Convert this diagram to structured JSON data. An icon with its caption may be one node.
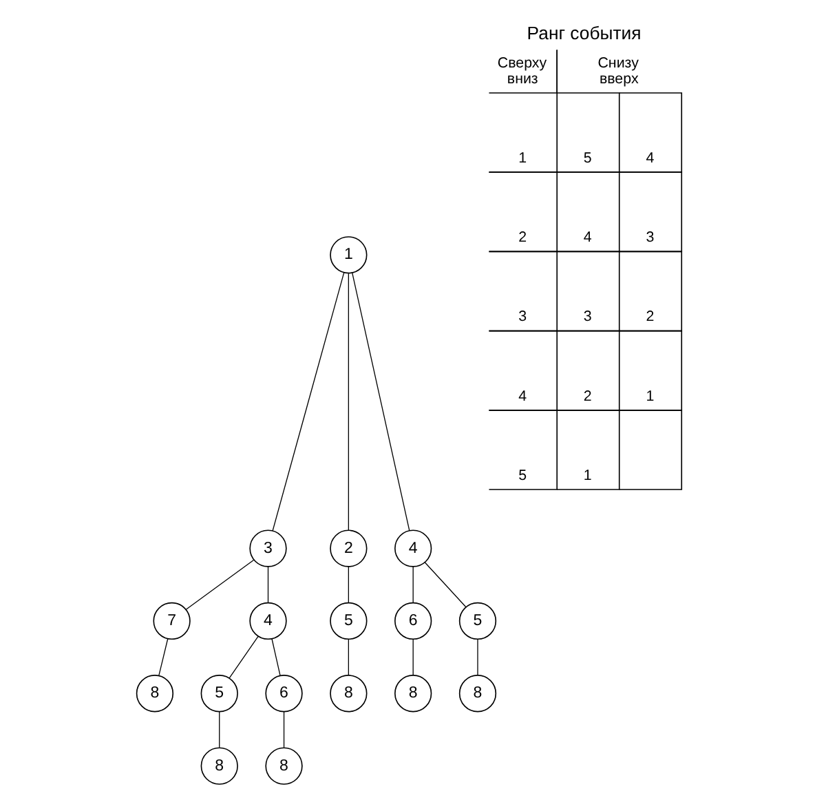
{
  "diagram": {
    "nodes": [
      {
        "text": [
          "1"
        ]
      },
      {
        "text": [
          "3"
        ]
      },
      {
        "text": [
          "2"
        ]
      },
      {
        "text": [
          "4"
        ]
      },
      {
        "text": [
          "7"
        ]
      },
      {
        "text": [
          "4"
        ]
      },
      {
        "text": [
          "5"
        ]
      },
      {
        "text": [
          "6"
        ]
      },
      {
        "text": [
          "5"
        ]
      },
      {
        "text": [
          "8"
        ]
      },
      {
        "text": [
          "5"
        ]
      },
      {
        "text": [
          "6"
        ]
      },
      {
        "text": [
          "8"
        ]
      },
      {
        "text": [
          "8"
        ]
      },
      {
        "text": [
          "8"
        ]
      },
      {
        "text": [
          "8"
        ]
      },
      {
        "text": [
          "8"
        ]
      }
    ],
    "edges": [
      {
        "from": 0,
        "to": 1,
        "arrow": "none"
      },
      {
        "from": 0,
        "to": 2,
        "arrow": "none"
      },
      {
        "from": 0,
        "to": 3,
        "arrow": "none"
      },
      {
        "from": 1,
        "to": 4,
        "arrow": "none"
      },
      {
        "from": 1,
        "to": 5,
        "arrow": "none"
      },
      {
        "from": 2,
        "to": 6,
        "arrow": "none"
      },
      {
        "from": 3,
        "to": 7,
        "arrow": "none"
      },
      {
        "from": 3,
        "to": 8,
        "arrow": "none"
      },
      {
        "from": 4,
        "to": 9,
        "arrow": "none"
      },
      {
        "from": 5,
        "to": 10,
        "arrow": "none"
      },
      {
        "from": 5,
        "to": 11,
        "arrow": "none"
      },
      {
        "from": 6,
        "to": 12,
        "arrow": "none"
      },
      {
        "from": 7,
        "to": 13,
        "arrow": "none"
      },
      {
        "from": 8,
        "to": 14,
        "arrow": "none"
      },
      {
        "from": 10,
        "to": 15,
        "arrow": "none"
      },
      {
        "from": 11,
        "to": 16,
        "arrow": "none"
      }
    ],
    "labels": [
      "Ранг события",
      "Сверху вниз",
      "Снизу вверх",
      "1",
      "5",
      "4",
      "2",
      "4",
      "3",
      "3",
      "3",
      "2",
      "4",
      "2",
      "1",
      "5",
      "1"
    ]
  }
}
